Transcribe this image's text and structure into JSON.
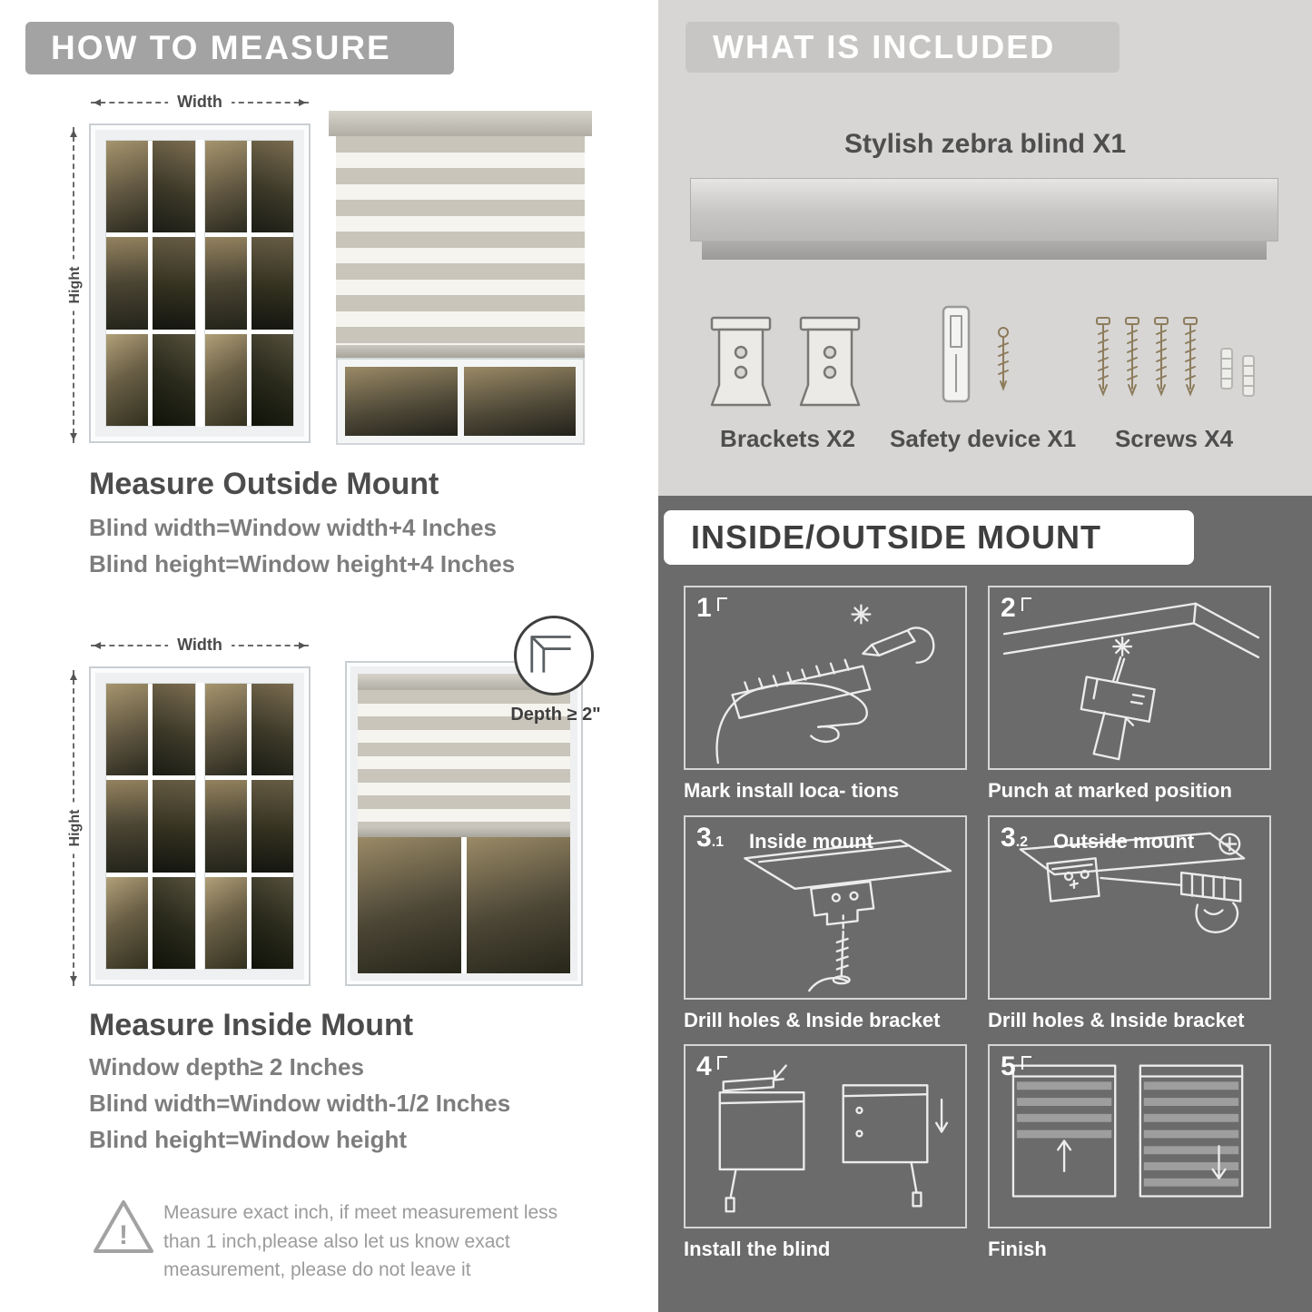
{
  "colors": {
    "accent_gray": "#a3a3a3",
    "panel_light": "#d7d6d4",
    "panel_dark": "#6b6b6b"
  },
  "left": {
    "header": "HOW TO MEASURE",
    "window": {
      "width_label": "Width",
      "height_label": "Hight"
    },
    "outside": {
      "title": "Measure Outside Mount",
      "line1": "Blind width=Window width+4 Inches",
      "line2": "Blind height=Window height+4 Inches"
    },
    "inside": {
      "title": "Measure Inside Mount",
      "depth_label": "Depth ≥ 2\"",
      "line1": "Window depth≥ 2 Inches",
      "line2": "Blind width=Window width-1/2 Inches",
      "line3": "Blind height=Window height"
    },
    "warning_mark": "!",
    "note": "Measure exact inch, if meet measurement less than 1 inch,please also let us know exact measurement, please do not leave it"
  },
  "right": {
    "included": {
      "header": "WHAT IS INCLUDED",
      "blind_label": "Stylish zebra blind X1",
      "items": [
        {
          "label": "Brackets X2"
        },
        {
          "label": "Safety device X1"
        },
        {
          "label": "Screws X4"
        }
      ]
    },
    "mount": {
      "header": "INSIDE/OUTSIDE MOUNT",
      "steps": [
        {
          "num": "1",
          "caption": "Mark install loca- tions"
        },
        {
          "num": "2",
          "caption": "Punch at  marked position"
        },
        {
          "num": "3",
          "sub": ".1",
          "label": "Inside mount",
          "caption": "Drill holes &  Inside bracket"
        },
        {
          "num": "3",
          "sub": ".2",
          "label": "Outside mount",
          "caption": "Drill holes &  Inside bracket"
        },
        {
          "num": "4",
          "caption": "Install the blind"
        },
        {
          "num": "5",
          "caption": "Finish"
        }
      ]
    }
  }
}
